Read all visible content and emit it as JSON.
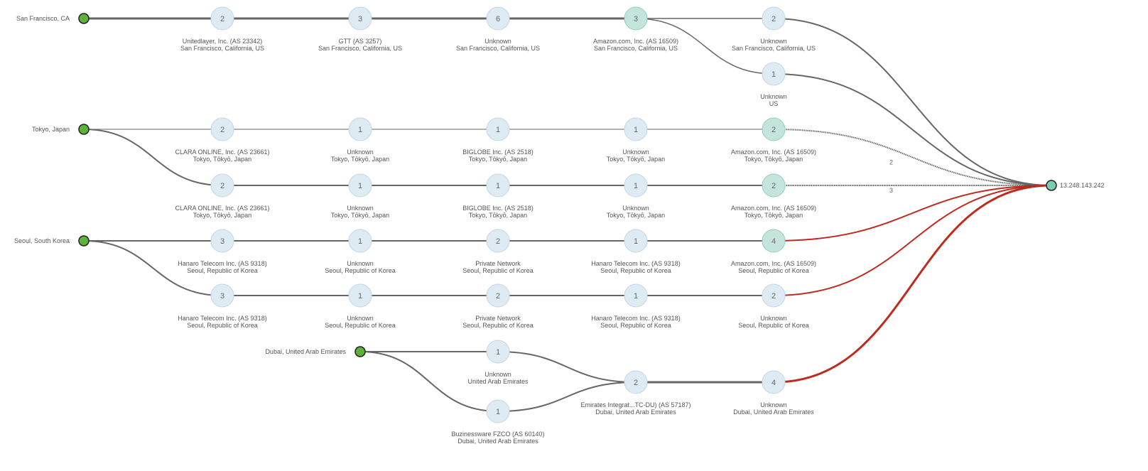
{
  "colors": {
    "source": "#5db33a",
    "hop": "#deebf3",
    "hop_stroke": "#c2d6e6",
    "amazon": "#c5e5dc",
    "amazon_stroke": "#8fd0bd",
    "dest": "#7ccbb5",
    "edge": "#666666",
    "edge_red": "#c0291e"
  },
  "destination": {
    "label": "13.248.143.242"
  },
  "sources": [
    {
      "id": "sf",
      "label": "San Francisco, CA"
    },
    {
      "id": "tk",
      "label": "Tokyo, Japan"
    },
    {
      "id": "se",
      "label": "Seoul, South Korea"
    },
    {
      "id": "db",
      "label": "Dubai, United Arab Emirates"
    }
  ],
  "hops": [
    {
      "id": "sf1",
      "count": "2",
      "name": "Unitedlayer, Inc. (AS 23342)",
      "loc": "San Francisco, California, US"
    },
    {
      "id": "sf2",
      "count": "3",
      "name": "GTT (AS 3257)",
      "loc": "San Francisco, California, US"
    },
    {
      "id": "sf3",
      "count": "6",
      "name": "Unknown",
      "loc": "San Francisco, California, US"
    },
    {
      "id": "sf4",
      "count": "3",
      "name": "Amazon.com, Inc. (AS 16509)",
      "loc": "San Francisco, California, US",
      "amazon": true
    },
    {
      "id": "sf5",
      "count": "2",
      "name": "Unknown",
      "loc": "San Francisco, California, US"
    },
    {
      "id": "sf6",
      "count": "1",
      "name": "Unknown",
      "loc": "US"
    },
    {
      "id": "ta1",
      "count": "2",
      "name": "CLARA ONLINE, Inc. (AS 23661)",
      "loc": "Tokyo, Tōkyō, Japan"
    },
    {
      "id": "ta2",
      "count": "1",
      "name": "Unknown",
      "loc": "Tokyo, Tōkyō, Japan"
    },
    {
      "id": "ta3",
      "count": "1",
      "name": "BIGLOBE Inc. (AS 2518)",
      "loc": "Tokyo, Tōkyō, Japan"
    },
    {
      "id": "ta4",
      "count": "1",
      "name": "Unknown",
      "loc": "Tokyo, Tōkyō, Japan"
    },
    {
      "id": "ta5",
      "count": "2",
      "name": "Amazon.com, Inc. (AS 16509)",
      "loc": "Tokyo, Tōkyō, Japan",
      "amazon": true
    },
    {
      "id": "tb1",
      "count": "2",
      "name": "CLARA ONLINE, Inc. (AS 23661)",
      "loc": "Tokyo, Tōkyō, Japan"
    },
    {
      "id": "tb2",
      "count": "1",
      "name": "Unknown",
      "loc": "Tokyo, Tōkyō, Japan"
    },
    {
      "id": "tb3",
      "count": "1",
      "name": "BIGLOBE Inc. (AS 2518)",
      "loc": "Tokyo, Tōkyō, Japan"
    },
    {
      "id": "tb4",
      "count": "1",
      "name": "Unknown",
      "loc": "Tokyo, Tōkyō, Japan"
    },
    {
      "id": "tb5",
      "count": "2",
      "name": "Amazon.com, Inc. (AS 16509)",
      "loc": "Tokyo, Tōkyō, Japan",
      "amazon": true
    },
    {
      "id": "sa1",
      "count": "3",
      "name": "Hanaro Telecom Inc. (AS 9318)",
      "loc": "Seoul, Republic of Korea"
    },
    {
      "id": "sa2",
      "count": "1",
      "name": "Unknown",
      "loc": "Seoul, Republic of Korea"
    },
    {
      "id": "sa3",
      "count": "2",
      "name": "Private Network",
      "loc": "Seoul, Republic of Korea"
    },
    {
      "id": "sa4",
      "count": "1",
      "name": "Hanaro Telecom Inc. (AS 9318)",
      "loc": "Seoul, Republic of Korea"
    },
    {
      "id": "sa5",
      "count": "4",
      "name": "Amazon.com, Inc. (AS 16509)",
      "loc": "Seoul, Republic of Korea",
      "amazon": true
    },
    {
      "id": "sb1",
      "count": "3",
      "name": "Hanaro Telecom Inc. (AS 9318)",
      "loc": "Seoul, Republic of Korea"
    },
    {
      "id": "sb2",
      "count": "1",
      "name": "Unknown",
      "loc": "Seoul, Republic of Korea"
    },
    {
      "id": "sb3",
      "count": "2",
      "name": "Private Network",
      "loc": "Seoul, Republic of Korea"
    },
    {
      "id": "sb4",
      "count": "1",
      "name": "Hanaro Telecom Inc. (AS 9318)",
      "loc": "Seoul, Republic of Korea"
    },
    {
      "id": "sb5",
      "count": "2",
      "name": "Unknown",
      "loc": "Seoul, Republic of Korea"
    },
    {
      "id": "d1",
      "count": "1",
      "name": "Unknown",
      "loc": "United Arab Emirates"
    },
    {
      "id": "d2",
      "count": "1",
      "name": "Buzinessware FZCO (AS 60140)",
      "loc": "Dubai, United Arab Emirates"
    },
    {
      "id": "d3",
      "count": "2",
      "name": "Emirates Integrat...TC-DU) (AS 57187)",
      "loc": "Dubai, United Arab Emirates"
    },
    {
      "id": "d4",
      "count": "4",
      "name": "Unknown",
      "loc": "Dubai, United Arab Emirates"
    }
  ],
  "edge_labels": {
    "ta5": "2",
    "tb5": "3"
  }
}
